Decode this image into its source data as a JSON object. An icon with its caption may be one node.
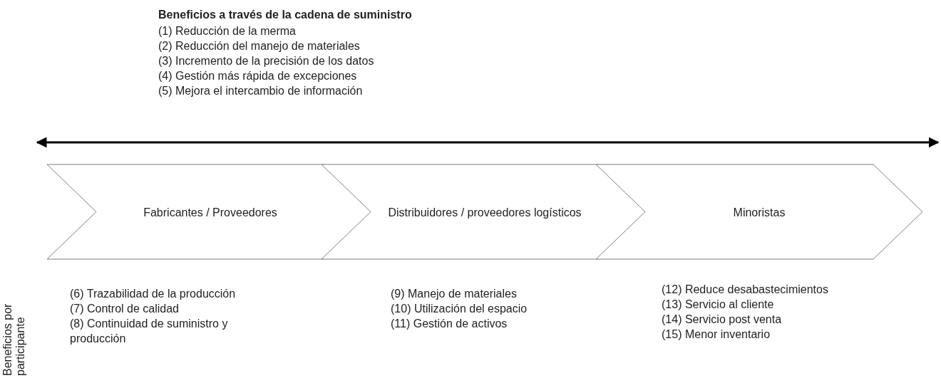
{
  "diagram": {
    "title": "Beneficios a través de la cadena de suministro",
    "nodes": [
      {
        "text": [
          "Fabricantes / Proveedores"
        ],
        "beside": [
          "(6) Trazabilidad de la producción",
          "(7) Control de calidad",
          "(8) Continuidad de suministro y producción"
        ]
      },
      {
        "text": [
          "Distribuidores / proveedores logísticos"
        ],
        "beside": [
          "(9) Manejo de materiales",
          "(10) Utilización del espacio",
          "(11) Gestión de activos"
        ]
      },
      {
        "text": [
          "Minoristas"
        ],
        "beside": [
          "(12) Reduce desabastecimientos",
          "(13) Servicio al cliente",
          "(14) Servicio post venta",
          "(15) Menor inventario"
        ]
      }
    ],
    "edges": [],
    "labels": [
      "(1) Reducción de la merma",
      "(2) Reducción del manejo de materiales",
      "(3) Incremento de la precisión de los datos",
      "(4) Gestión más rápida de excepciones",
      "(5) Mejora el intercambio de información",
      "Beneficios por participante"
    ]
  }
}
